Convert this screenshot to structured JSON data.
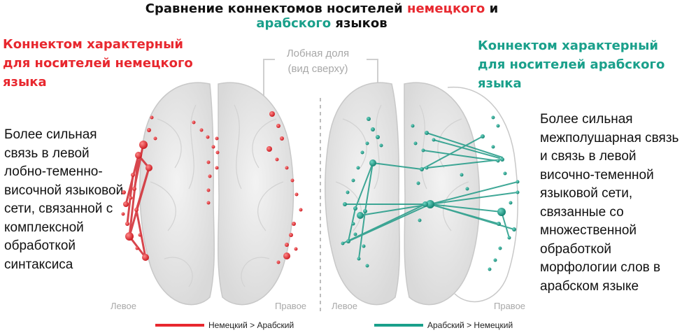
{
  "title": {
    "part1": "Сравнение коннектомов носителей",
    "part2": "немецкого",
    "part3": "и",
    "part4": "арабского",
    "part5": "языков"
  },
  "left_panel": {
    "heading": "Коннектом характерный для носителей немецкого языка",
    "description": "Более сильная связь в левой лобно-теменно-височной языковой сети, связанной с комплексной обработкой синтаксиса",
    "color": "#e8282f"
  },
  "right_panel": {
    "heading": "Коннектом характерный для носителей арабского языка",
    "description": "Более сильная межполушарная связь и связь в левой височно-теменной языковой сети, связанные со множественной обработкой морфологии слов в арабском языке",
    "color": "#1aa08b"
  },
  "annotation": {
    "frontal_line1": "Лобная доля",
    "frontal_line2": "(вид сверху)"
  },
  "side_labels": {
    "left_brain_left": "Левое",
    "left_brain_right": "Правое",
    "right_brain_left": "Левое",
    "right_brain_right": "Правое"
  },
  "legend": {
    "german": "Немецкий > Арабский",
    "arabic": "Арабский > Немецкий"
  },
  "colors": {
    "brain_fill": "#e6e6e6",
    "brain_stroke": "#c8c8c8",
    "gray_text": "#a8a8a8"
  }
}
